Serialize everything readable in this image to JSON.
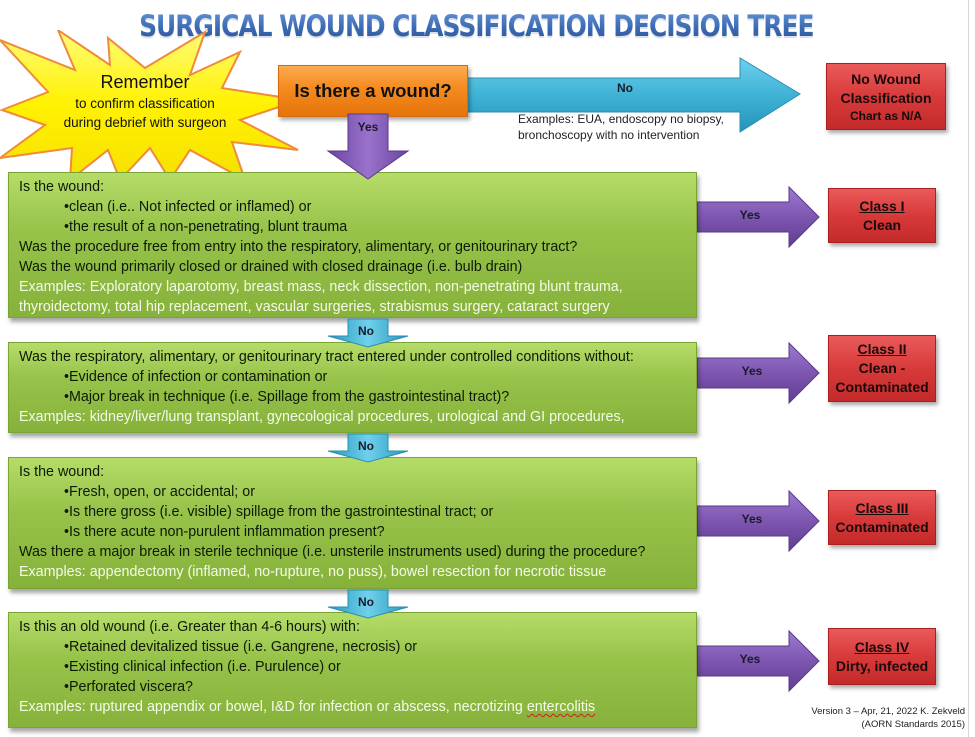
{
  "title": "SURGICAL WOUND CLASSIFICATION DECISION TREE",
  "reminder": {
    "heading": "Remember",
    "line1": "to confirm classification",
    "line2": "during debrief with surgeon"
  },
  "start": {
    "question": "Is there a wound?",
    "no_label": "No",
    "yes_label": "Yes",
    "no_examples_line1": "Examples: EUA, endoscopy no biopsy,",
    "no_examples_line2": "bronchoscopy with no intervention",
    "no_result": {
      "line1": "No Wound",
      "line2": "Classification",
      "line3": "Chart as N/A"
    }
  },
  "colors": {
    "question_box": "#f58a1f",
    "no_arrow": "#3fb3d6",
    "yes_arrow": "#7e56b0",
    "criteria_box": "#97c34a",
    "class_box": "#d83a3a",
    "title": "#3b6ab3",
    "starburst": "#fff200"
  },
  "steps": [
    {
      "lines": [
        {
          "text": "Is the wound:",
          "type": "plain"
        },
        {
          "text": "•clean (i.e.. Not infected or inflamed) or",
          "type": "bullet"
        },
        {
          "text": "•the result of a non-penetrating, blunt trauma",
          "type": "bullet"
        },
        {
          "text": "Was the procedure free from entry into the respiratory, alimentary, or genitourinary tract?",
          "type": "plain"
        },
        {
          "text": "Was the wound primarily closed or drained with closed drainage (i.e. bulb drain)",
          "type": "plain"
        },
        {
          "text": "Examples: Exploratory laparotomy, breast mass, neck dissection, non-penetrating blunt trauma,",
          "type": "example"
        },
        {
          "text": "thyroidectomy, total hip replacement, vascular surgeries, strabismus surgery, cataract surgery",
          "type": "example"
        }
      ],
      "yes_label": "Yes",
      "no_label": "No",
      "result": {
        "class": "Class I",
        "desc_line1": "Clean",
        "desc_line2": ""
      }
    },
    {
      "lines": [
        {
          "text": "Was the respiratory, alimentary, or genitourinary tract entered under controlled conditions without:",
          "type": "plain"
        },
        {
          "text": "•Evidence of infection or contamination or",
          "type": "bullet"
        },
        {
          "text": "•Major break in technique (i.e. Spillage from the gastrointestinal tract)?",
          "type": "bullet"
        },
        {
          "text": "Examples: kidney/liver/lung transplant, gynecological procedures, urological and GI procedures,",
          "type": "example"
        }
      ],
      "yes_label": "Yes",
      "no_label": "No",
      "result": {
        "class": "Class II",
        "desc_line1": "Clean -",
        "desc_line2": "Contaminated"
      }
    },
    {
      "lines": [
        {
          "text": "Is the wound:",
          "type": "plain"
        },
        {
          "text": "•Fresh, open, or accidental; or",
          "type": "bullet"
        },
        {
          "text": "•Is there gross (i.e. visible) spillage from the gastrointestinal tract; or",
          "type": "bullet"
        },
        {
          "text": "•Is there acute non-purulent inflammation present?",
          "type": "bullet"
        },
        {
          "text": "Was there a major break in sterile technique (i.e. unsterile instruments used) during the procedure?",
          "type": "plain"
        },
        {
          "text": "Examples: appendectomy (inflamed, no-rupture, no puss), bowel resection for necrotic tissue",
          "type": "example"
        }
      ],
      "yes_label": "Yes",
      "no_label": "No",
      "result": {
        "class": "Class III",
        "desc_line1": "Contaminated",
        "desc_line2": ""
      }
    },
    {
      "lines": [
        {
          "text": "Is this an old wound (i.e. Greater than 4-6 hours) with:",
          "type": "plain"
        },
        {
          "text": "•Retained devitalized tissue (i.e. Gangrene, necrosis) or",
          "type": "bullet"
        },
        {
          "text": "•Existing clinical infection (i.e. Purulence) or",
          "type": "bullet"
        },
        {
          "text": "•Perforated viscera?",
          "type": "bullet"
        },
        {
          "text": "Examples: ruptured appendix or bowel, I&D for infection or abscess, necrotizing ",
          "type": "example",
          "flagged_word": "entercolitis"
        }
      ],
      "yes_label": "Yes",
      "result": {
        "class": "Class IV",
        "desc_line1": "Dirty, infected",
        "desc_line2": ""
      }
    }
  ],
  "footer": {
    "line1": "Version 3 – Apr, 21, 2022 K. Zekveld",
    "line2": "(AORN Standards 2015)"
  }
}
